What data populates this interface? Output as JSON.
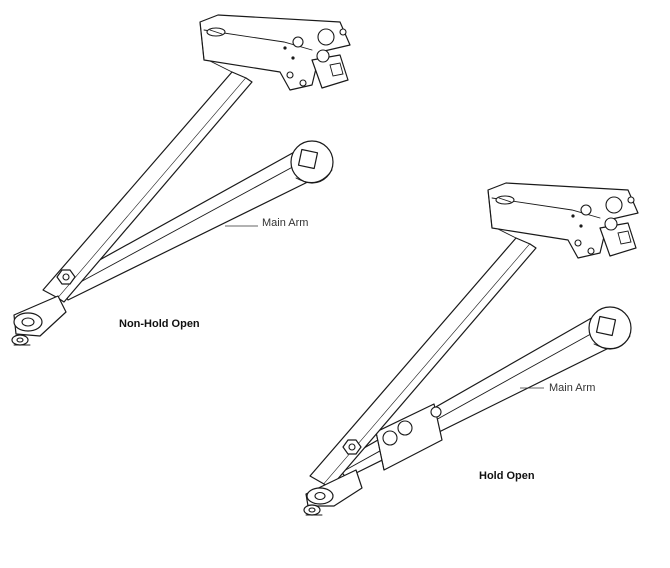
{
  "figures": [
    {
      "id": "non-hold-open",
      "caption": "Non-Hold Open",
      "callout": "Main Arm"
    },
    {
      "id": "hold-open",
      "caption": "Hold Open",
      "callout": "Main Arm"
    }
  ],
  "colors": {
    "line": "#1a1a1a",
    "background": "#ffffff",
    "label": "#333333"
  }
}
